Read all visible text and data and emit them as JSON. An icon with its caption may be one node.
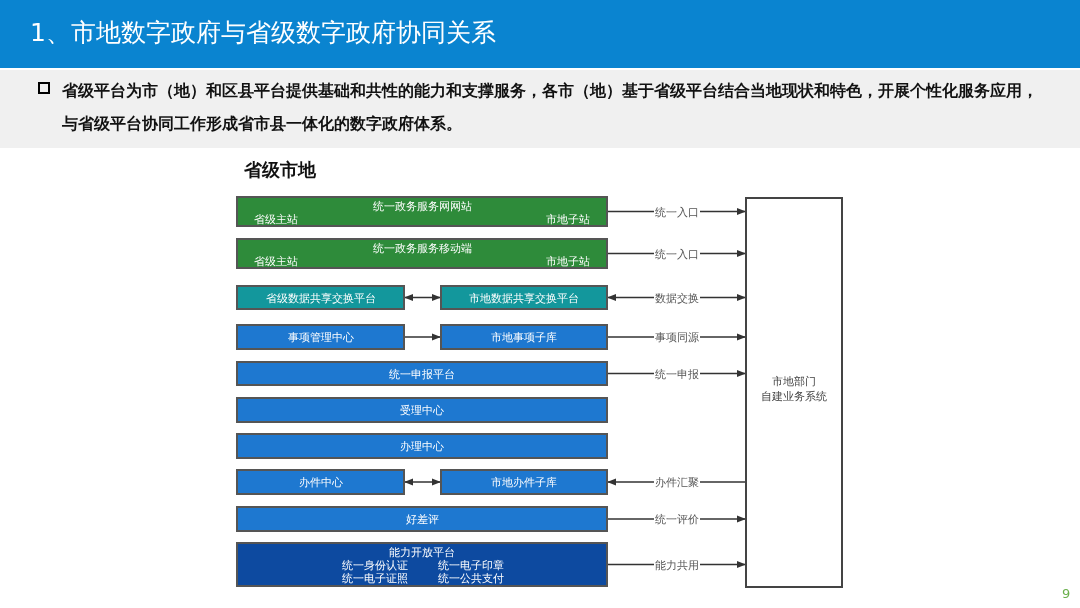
{
  "diagram": {
    "title": "1、市地数字政府与省级数字政府协同关系",
    "nodes": [
      {
        "text": [
          "统一政务服务网网站",
          "省级主站",
          "市地子站"
        ]
      },
      {
        "text": [
          "统一政务服务移动端",
          "省级主站",
          "市地子站"
        ]
      },
      {
        "text": [
          "省级数据共享交换平台"
        ]
      },
      {
        "text": [
          "市地数据共享交换平台"
        ]
      },
      {
        "text": [
          "事项管理中心"
        ]
      },
      {
        "text": [
          "市地事项子库"
        ]
      },
      {
        "text": [
          "统一申报平台"
        ]
      },
      {
        "text": [
          "受理中心"
        ]
      },
      {
        "text": [
          "办理中心"
        ]
      },
      {
        "text": [
          "办件中心"
        ]
      },
      {
        "text": [
          "市地办件子库"
        ]
      },
      {
        "text": [
          "好差评"
        ]
      },
      {
        "text": [
          "能力开放平台",
          "统一身份认证",
          "统一电子印章",
          "统一电子证照",
          "统一公共支付"
        ]
      },
      {
        "text": [
          "市地部门",
          "自建业务系统"
        ]
      }
    ],
    "edges": [
      {
        "from": 0,
        "to": 13,
        "arrow": "to",
        "label": "统一入口"
      },
      {
        "from": 1,
        "to": 13,
        "arrow": "to",
        "label": "统一入口"
      },
      {
        "from": 3,
        "to": 13,
        "arrow": "both",
        "label": "数据交换"
      },
      {
        "from": 2,
        "to": 3,
        "arrow": "both"
      },
      {
        "from": 4,
        "to": 5,
        "arrow": "to"
      },
      {
        "from": 5,
        "to": 13,
        "arrow": "to",
        "label": "事项同源"
      },
      {
        "from": 6,
        "to": 13,
        "arrow": "to",
        "label": "统一申报"
      },
      {
        "from": 9,
        "to": 10,
        "arrow": "both"
      },
      {
        "from": 13,
        "to": 10,
        "arrow": "to",
        "label": "办件汇聚"
      },
      {
        "from": 11,
        "to": 13,
        "arrow": "to",
        "label": "统一评价"
      },
      {
        "from": 12,
        "to": 13,
        "arrow": "to",
        "label": "能力共用"
      }
    ],
    "labels": [
      "省级平台为市（地）和区县平台提供基础和共性的能力和支撑服务，各市（地）基于省级平台结合当地现状和特色，开展个性化服务应用，与省级平台协同工作形成省市县一体化的数字政府体系。",
      "省级市地",
      "9"
    ]
  }
}
